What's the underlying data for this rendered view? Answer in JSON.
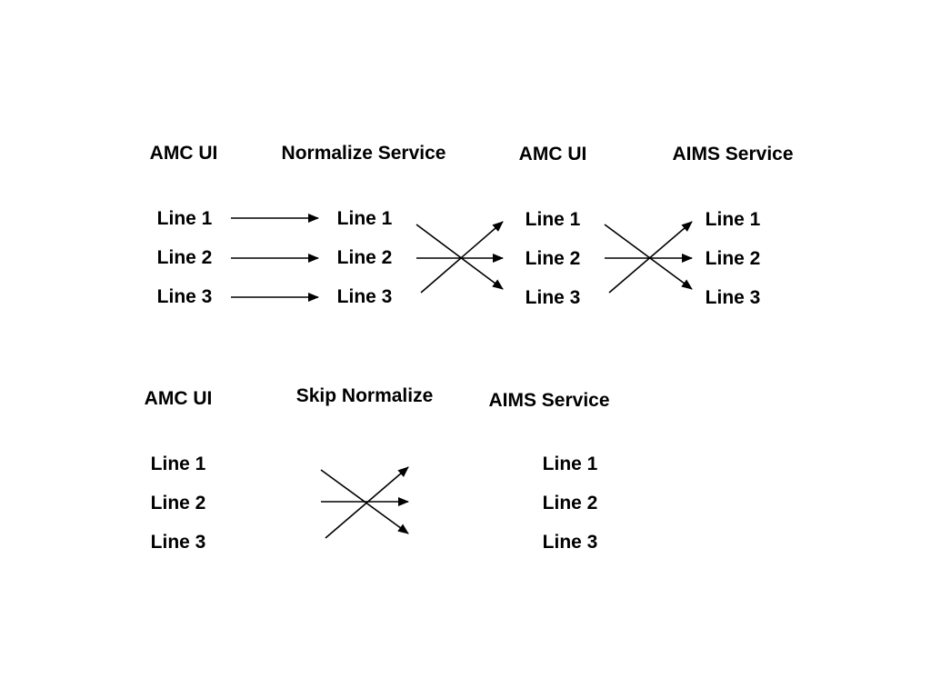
{
  "diagram_top": {
    "columns": [
      {
        "header": "AMC UI",
        "lines": [
          "Line 1",
          "Line 2",
          "Line 3"
        ]
      },
      {
        "header": "Normalize Service",
        "lines": [
          "Line 1",
          "Line 2",
          "Line 3"
        ]
      },
      {
        "header": "AMC UI",
        "lines": [
          "Line 1",
          "Line 2",
          "Line 3"
        ]
      },
      {
        "header": "AIMS Service",
        "lines": [
          "Line 1",
          "Line 2",
          "Line 3"
        ]
      }
    ]
  },
  "diagram_bottom": {
    "columns": [
      {
        "header": "AMC UI",
        "lines": [
          "Line 1",
          "Line 2",
          "Line 3"
        ]
      },
      {
        "header": "Skip Normalize"
      },
      {
        "header": "AIMS Service",
        "lines": [
          "Line 1",
          "Line 2",
          "Line 3"
        ]
      }
    ]
  }
}
